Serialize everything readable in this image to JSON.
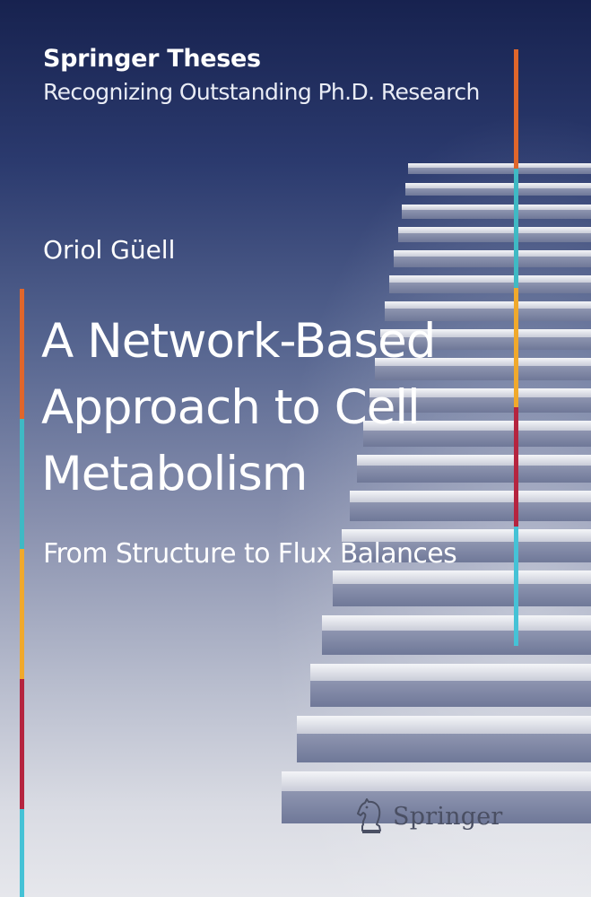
{
  "cover": {
    "series_title": "Springer Theses",
    "series_subtitle": "Recognizing Outstanding Ph.D. Research",
    "author": "Oriol Güell",
    "title_lines": [
      "A Network-Based",
      "Approach to Cell",
      "Metabolism"
    ],
    "subtitle": "From Structure to Flux Balances",
    "publisher": "Springer",
    "publisher_logo_icon": "knight-chess-piece-icon"
  },
  "colors": {
    "bar_orange": "#e0662b",
    "bar_teal": "#3fb9c4",
    "bar_yellow": "#f0a92c",
    "bar_red": "#b5243f",
    "bar_cyan": "#45c2d6"
  }
}
